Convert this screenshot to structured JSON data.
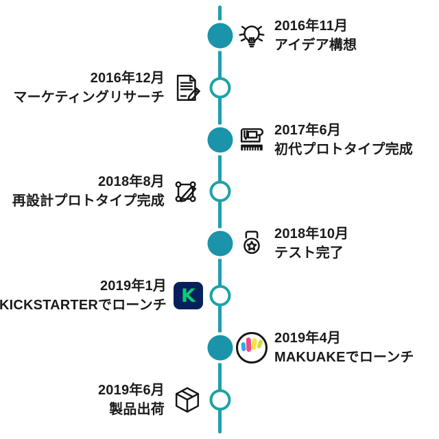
{
  "timeline": {
    "colors": {
      "line": "#209fa9",
      "filled_dot": "#1b93ab",
      "open_dot_border": "#1ba3a6",
      "text": "#1b1b1b",
      "icon_stroke": "#161616",
      "kickstarter_bg": "#05205c",
      "kickstarter_k": "#05ce78",
      "makuake_blue": "#29abe2",
      "makuake_pink": "#ee4b8d",
      "makuake_yellow": "#ffe23f",
      "makuake_green": "#cfe042"
    },
    "kickstarter_letter": "K",
    "items": [
      {
        "side": "right",
        "dot": "filled",
        "icon": "lightbulb-icon",
        "date": "2016年11月",
        "label": "アイデア構想"
      },
      {
        "side": "left",
        "dot": "open",
        "icon": "document-pencil-icon",
        "date": "2016年12月",
        "label": "マーケティングリサーチ"
      },
      {
        "side": "right",
        "dot": "filled",
        "icon": "blueprint-icon",
        "date": "2017年6月",
        "label": "初代プロトタイプ完成"
      },
      {
        "side": "left",
        "dot": "open",
        "icon": "vector-pencil-icon",
        "date": "2018年8月",
        "label": "再設計プロトタイプ完成"
      },
      {
        "side": "right",
        "dot": "filled",
        "icon": "medal-icon",
        "date": "2018年10月",
        "label": "テスト完了"
      },
      {
        "side": "left",
        "dot": "open",
        "icon": "kickstarter-logo",
        "date": "2019年1月",
        "label": "KICKSTARTERでローンチ"
      },
      {
        "side": "right",
        "dot": "filled",
        "icon": "makuake-logo",
        "date": "2019年4月",
        "label": "MAKUAKEでローンチ"
      },
      {
        "side": "left",
        "dot": "open",
        "icon": "package-box-icon",
        "date": "2019年6月",
        "label": "製品出荷"
      }
    ]
  }
}
